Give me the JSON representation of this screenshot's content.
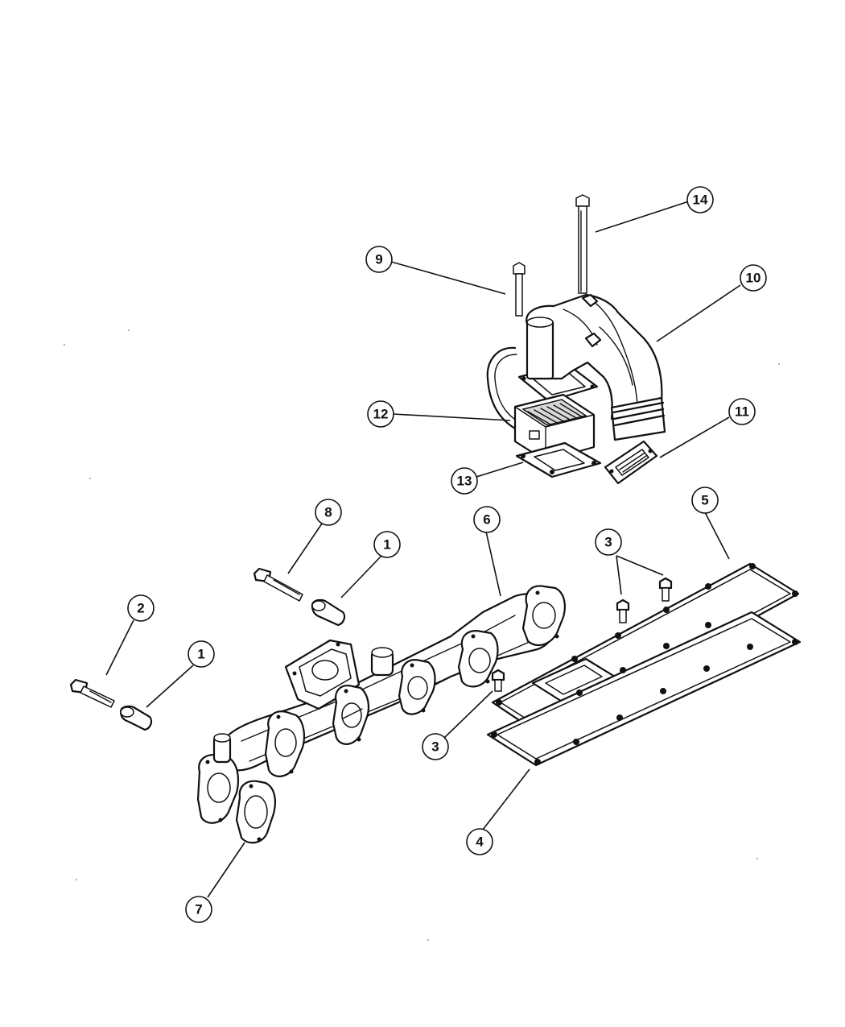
{
  "callouts": [
    {
      "id": "c1a",
      "label": "1"
    },
    {
      "id": "c1b",
      "label": "1"
    },
    {
      "id": "c2",
      "label": "2"
    },
    {
      "id": "c3a",
      "label": "3"
    },
    {
      "id": "c3b",
      "label": "3"
    },
    {
      "id": "c4",
      "label": "4"
    },
    {
      "id": "c5",
      "label": "5"
    },
    {
      "id": "c6",
      "label": "6"
    },
    {
      "id": "c7",
      "label": "7"
    },
    {
      "id": "c8",
      "label": "8"
    },
    {
      "id": "c9",
      "label": "9"
    },
    {
      "id": "c10",
      "label": "10"
    },
    {
      "id": "c11",
      "label": "11"
    },
    {
      "id": "c12",
      "label": "12"
    },
    {
      "id": "c13",
      "label": "13"
    },
    {
      "id": "c14",
      "label": "14"
    }
  ]
}
